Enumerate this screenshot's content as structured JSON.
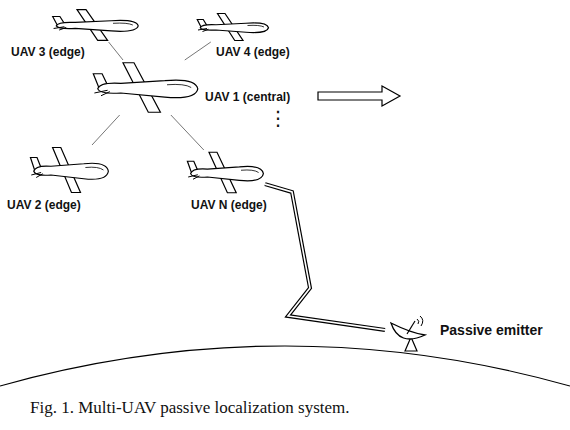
{
  "diagram": {
    "caption": "Fig. 1. Multi-UAV passive localization system.",
    "nodes": [
      {
        "text": [
          "UAV 3 (edge)"
        ]
      },
      {
        "text": [
          "UAV 4 (edge)"
        ]
      },
      {
        "text": [
          "UAV 1 (central)"
        ]
      },
      {
        "text": [
          "UAV 2 (edge)"
        ]
      },
      {
        "text": [
          "UAV N (edge)"
        ]
      },
      {
        "text": [
          "Passive emitter"
        ]
      }
    ],
    "edges": [
      {
        "from": 2,
        "to": 0,
        "arrow": "none"
      },
      {
        "from": 2,
        "to": 1,
        "arrow": "none"
      },
      {
        "from": 2,
        "to": 3,
        "arrow": "none"
      },
      {
        "from": 2,
        "to": 4,
        "arrow": "none"
      },
      {
        "from": 4,
        "to": 5,
        "arrow": "none"
      }
    ],
    "labels": [
      "⋮"
    ]
  }
}
